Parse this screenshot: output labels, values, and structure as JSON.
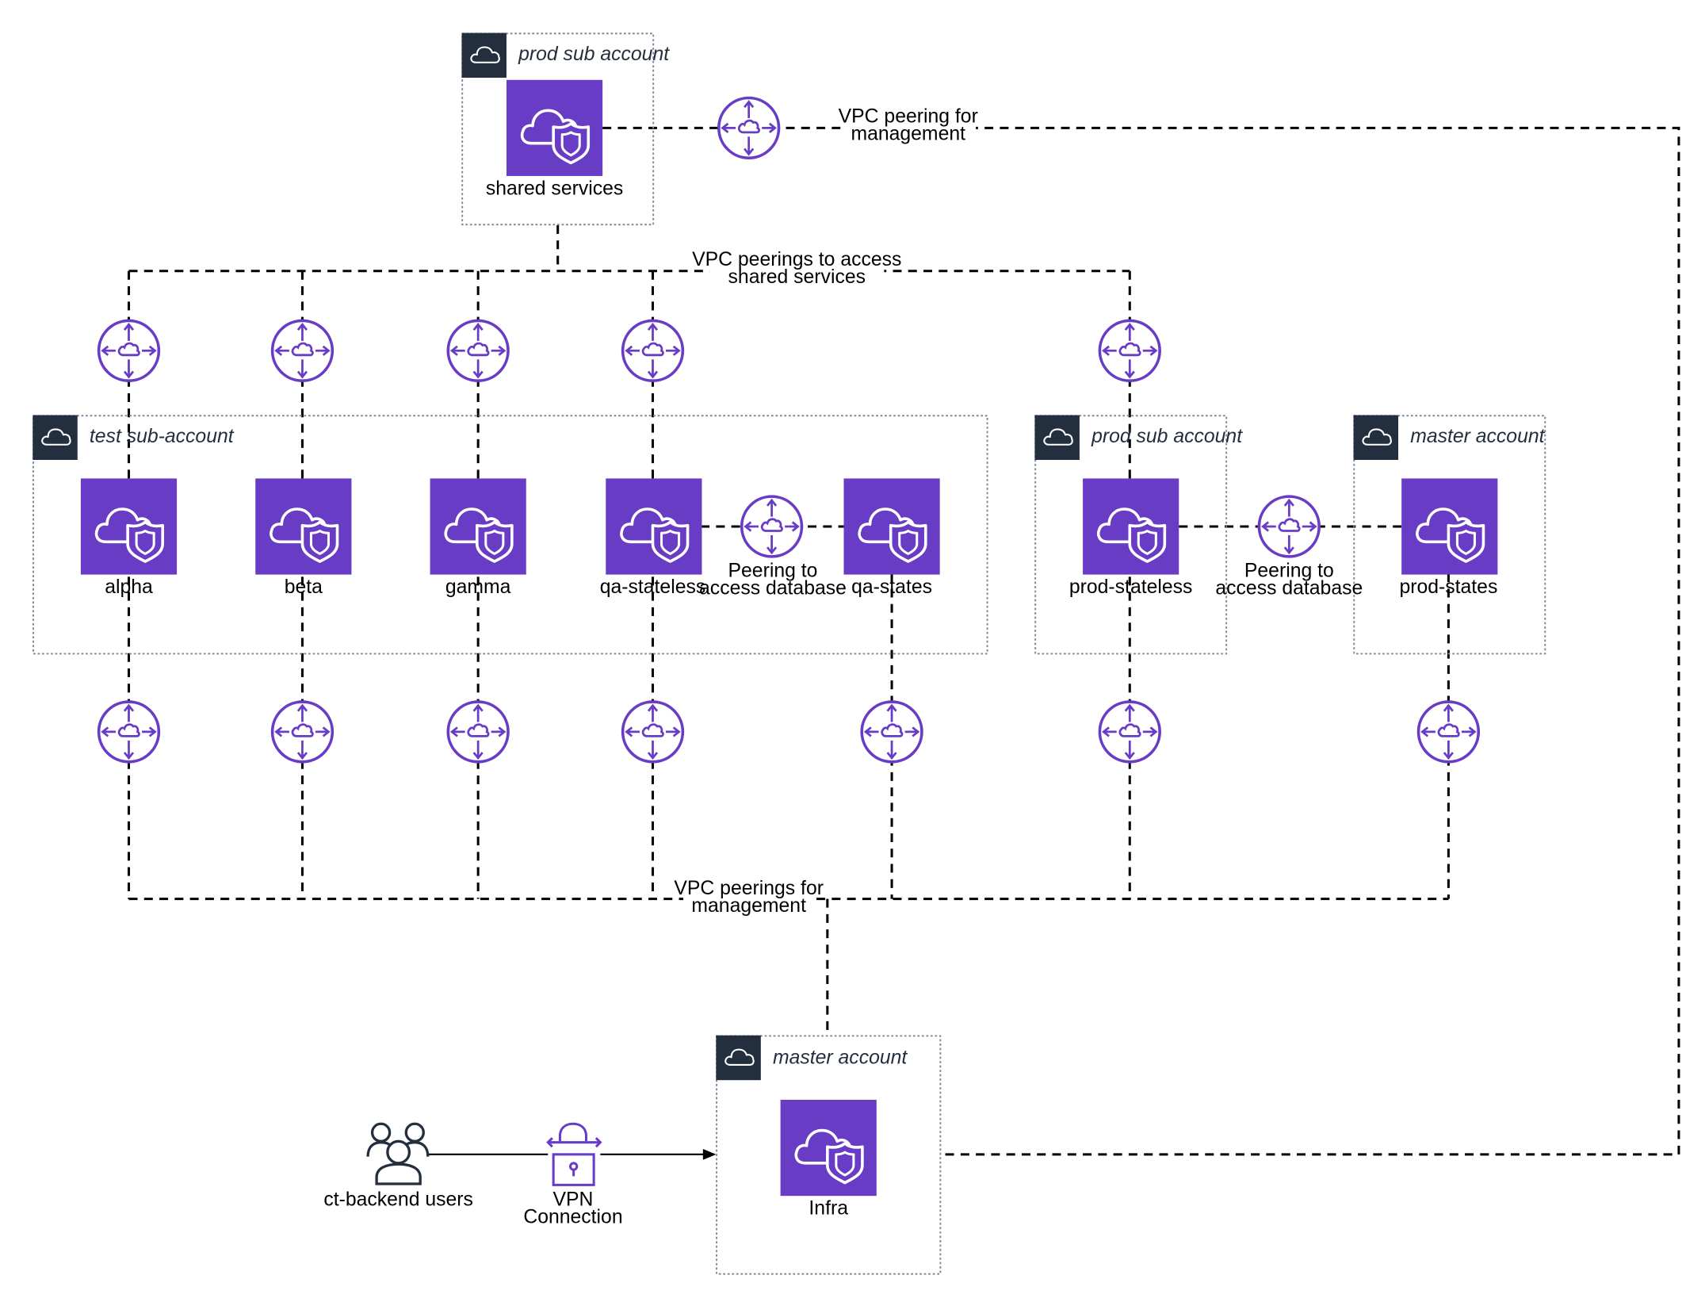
{
  "colors": {
    "accent": "#693cc5",
    "account_header": "#232f3e",
    "line": "#000000"
  },
  "accounts": [
    {
      "label": "prod sub account"
    },
    {
      "label": "test sub-account"
    },
    {
      "label": "prod sub account"
    },
    {
      "label": "master account"
    },
    {
      "label": "master account"
    }
  ],
  "vpcs": [
    {
      "label": "shared services",
      "icon": "cloud-shield-icon"
    },
    {
      "label": "alpha",
      "icon": "cloud-shield-icon"
    },
    {
      "label": "beta",
      "icon": "cloud-shield-icon"
    },
    {
      "label": "gamma",
      "icon": "cloud-shield-icon"
    },
    {
      "label": "qa-stateless",
      "icon": "cloud-shield-icon"
    },
    {
      "label": "qa-states",
      "icon": "cloud-shield-icon"
    },
    {
      "label": "prod-stateless",
      "icon": "cloud-shield-icon"
    },
    {
      "label": "prod-states",
      "icon": "cloud-shield-icon"
    },
    {
      "label": "Infra",
      "icon": "cloud-shield-icon"
    }
  ],
  "edge_labels": {
    "mgmt_top": [
      "VPC peering for",
      "management"
    ],
    "shared_access": [
      "VPC peerings to access",
      "shared services"
    ],
    "qa_peering": [
      "Peering to",
      "access database"
    ],
    "prod_peering": [
      "Peering to",
      "access database"
    ],
    "mgmt_bottom": [
      "VPC peerings for",
      "management"
    ]
  },
  "users": {
    "label": "ct-backend users",
    "icon": "users-icon"
  },
  "vpn": {
    "label": [
      "VPN",
      "Connection"
    ],
    "icon": "vpn-lock-icon"
  },
  "peering_icon": "peering-router-icon"
}
